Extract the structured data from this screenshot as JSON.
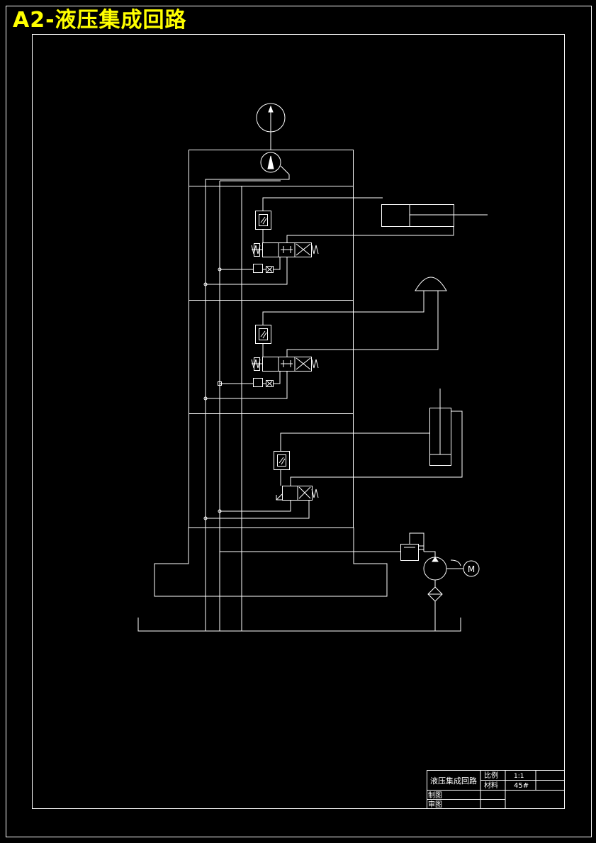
{
  "page": {
    "title": "A2-液压集成回路"
  },
  "title_block": {
    "drawing_name": "液压集成回路",
    "scale_label": "比例",
    "scale_value": "1:1",
    "material_label": "材料",
    "material_value": "45#",
    "drawn_by_label": "制图",
    "checked_by_label": "审图"
  },
  "symbols": {
    "motor_letter": "M"
  },
  "colors": {
    "background": "#000000",
    "line": "#ffffff",
    "title": "#ffff00"
  }
}
